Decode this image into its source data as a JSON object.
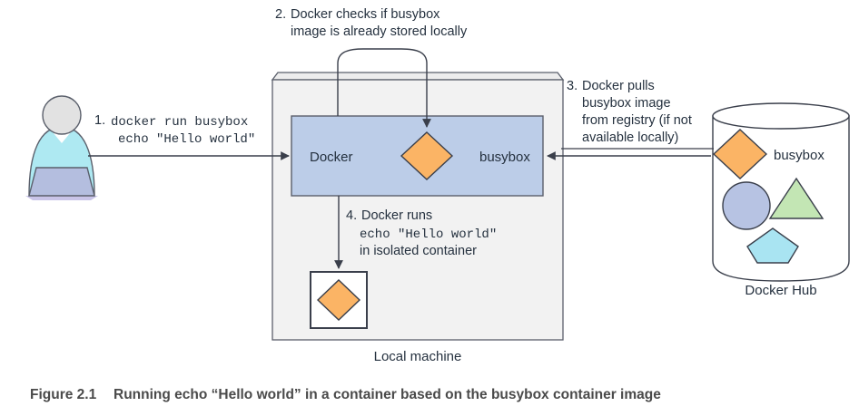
{
  "figure": {
    "caption_label": "Figure 2.1",
    "caption_text": "Running echo “Hello world” in a container based on the busybox container image"
  },
  "actors": {
    "user": {
      "name": "user-person",
      "shirt_color": "#AEE9F2",
      "head_color": "#E2E2E2",
      "laptop_color": "#B4BEDF"
    }
  },
  "callouts": [
    {
      "id": "step-1",
      "number": "1.",
      "lines": [
        {
          "text": "docker run busybox",
          "style": "mono"
        },
        {
          "text": "echo \"Hello world\"",
          "style": "mono"
        }
      ]
    },
    {
      "id": "step-2",
      "number": "2.",
      "lines": [
        {
          "text": "Docker checks if busybox",
          "style": "sans"
        },
        {
          "text": "image is already stored locally",
          "style": "sans"
        }
      ]
    },
    {
      "id": "step-3",
      "number": "3.",
      "lines": [
        {
          "text": "Docker pulls",
          "style": "sans"
        },
        {
          "text": "busybox image",
          "style": "sans"
        },
        {
          "text": "from registry (if not",
          "style": "sans"
        },
        {
          "text": "available locally)",
          "style": "sans"
        }
      ]
    },
    {
      "id": "step-4",
      "number": "4.",
      "lines": [
        {
          "text": "Docker runs",
          "style": "sans"
        },
        {
          "text": "echo \"Hello world\"",
          "style": "mono"
        },
        {
          "text": "in isolated container",
          "style": "sans"
        }
      ]
    }
  ],
  "local_machine": {
    "label": "Local machine",
    "fill": "#F2F2F2",
    "border": "#5a5f6b",
    "docker_box": {
      "label": "Docker",
      "image_label": "busybox",
      "fill": "#BCCDE8",
      "border": "#5a5f6b"
    },
    "container": {
      "name": "isolated-container",
      "fill": "#FFFFFF",
      "border": "#3a3f4b",
      "image_color": "#FBB465"
    }
  },
  "registry": {
    "label": "Docker Hub",
    "image_label": "busybox",
    "cylinder_fill": "#FFFFFF",
    "cylinder_border": "#3a3f4b",
    "shapes": [
      {
        "name": "diamond-busybox",
        "type": "diamond",
        "color": "#FBB465"
      },
      {
        "name": "circle-image",
        "type": "circle",
        "color": "#B7C3E3"
      },
      {
        "name": "triangle-image",
        "type": "triangle",
        "color": "#C3E6B4"
      },
      {
        "name": "pentagon-image",
        "type": "pentagon",
        "color": "#A9E4F2"
      }
    ]
  },
  "colors": {
    "orange": "#FBB465",
    "blue_box": "#BCCDE8",
    "machine_gray": "#F2F2F2",
    "line": "#3a3f4b"
  }
}
